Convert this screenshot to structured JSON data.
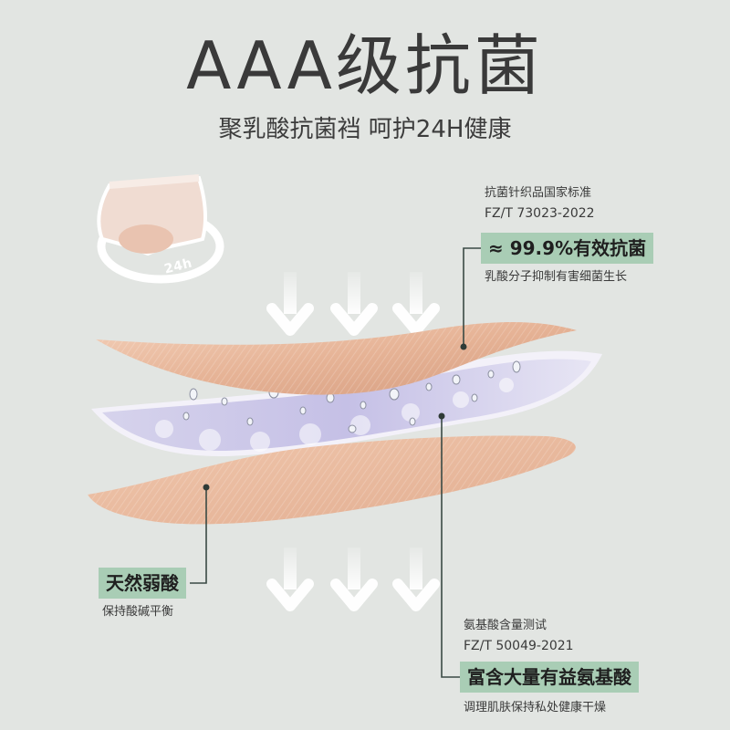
{
  "header": {
    "title": "AAA级抗菌",
    "subtitle": "聚乳酸抗菌裆 呵护24H健康"
  },
  "icon": {
    "name": "underwear-24h-icon",
    "label": "24h"
  },
  "callouts": {
    "antibacterial": {
      "standard_name": "抗菌针织品国家标准",
      "standard_code": "FZ/T 73023-2022",
      "badge": "≈ 99.9%有效抗菌",
      "description": "乳酸分子抑制有害细菌生长"
    },
    "weak_acid": {
      "badge": "天然弱酸",
      "description": "保持酸碱平衡"
    },
    "amino_acid": {
      "standard_name": "氨基酸含量测试",
      "standard_code": "FZ/T 50049-2021",
      "badge": "富含大量有益氨基酸",
      "description": "调理肌肤保持私处健康干燥"
    }
  },
  "colors": {
    "background": "#e2e5e2",
    "badge": "#a9cdb5",
    "fabric": "#e8b69a",
    "connector": "#3a4a44"
  }
}
